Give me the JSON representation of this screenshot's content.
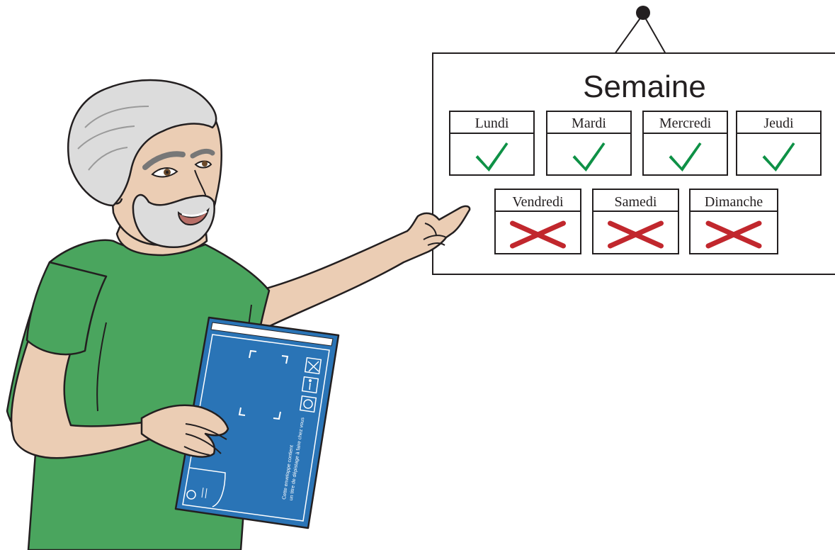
{
  "poster": {
    "title": "Semaine",
    "days": [
      {
        "label": "Lundi",
        "status": "check"
      },
      {
        "label": "Mardi",
        "status": "check"
      },
      {
        "label": "Mercredi",
        "status": "check"
      },
      {
        "label": "Jeudi",
        "status": "check"
      },
      {
        "label": "Vendredi",
        "status": "cross"
      },
      {
        "label": "Samedi",
        "status": "cross"
      },
      {
        "label": "Dimanche",
        "status": "cross"
      }
    ]
  },
  "envelope": {
    "line1": "Cette enveloppe contient",
    "line2": "un titre de dépistage à faire chez vous"
  },
  "colors": {
    "check": "#0e9146",
    "cross": "#c1272d",
    "shirt": "#4aa55e",
    "skin": "#ebcdb4",
    "envelope": "#2a74b6",
    "hair": "#dcdcdc"
  }
}
